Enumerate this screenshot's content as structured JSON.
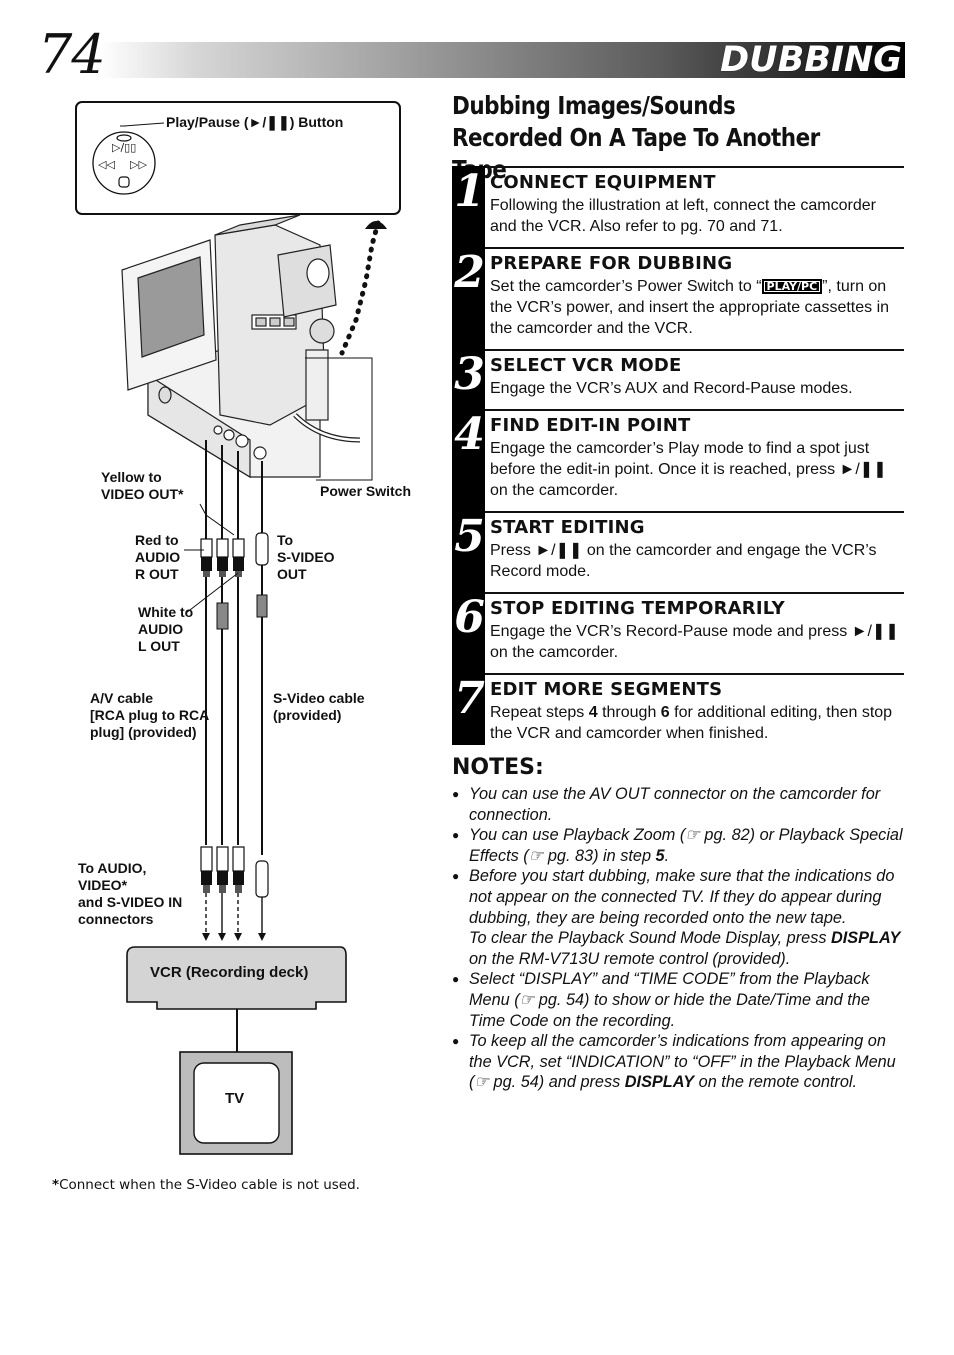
{
  "header": {
    "page_number": "74",
    "section_title": "DUBBING"
  },
  "heading": "Dubbing Images/Sounds Recorded On A Tape To Another Tape",
  "steps": [
    {
      "num": "1",
      "title": "CONNECT EQUIPMENT",
      "text": "Following the illustration at left, connect the camcorder and the VCR. Also refer to pg. 70 and 71."
    },
    {
      "num": "2",
      "title": "PREPARE FOR DUBBING",
      "text_before": "Set the camcorder’s Power Switch to “",
      "badge": "PLAY/PC",
      "text_after": "”, turn on the VCR’s power, and insert the appropriate cassettes in the camcorder and the VCR."
    },
    {
      "num": "3",
      "title": "SELECT VCR MODE",
      "text": "Engage the VCR’s AUX and Record-Pause modes."
    },
    {
      "num": "4",
      "title": "FIND EDIT-IN POINT",
      "text": "Engage the camcorder’s Play mode to find a spot just before the edit-in point. Once it is reached, press ►/❚❚ on the camcorder."
    },
    {
      "num": "5",
      "title": "START EDITING",
      "text": "Press ►/❚❚ on the camcorder and engage the VCR’s Record mode."
    },
    {
      "num": "6",
      "title": "STOP EDITING TEMPORARILY",
      "text": "Engage the VCR’s Record-Pause mode and press ►/❚❚ on the camcorder."
    },
    {
      "num": "7",
      "title": "EDIT MORE SEGMENTS",
      "text_a": "Repeat steps ",
      "bold1": "4",
      "text_b": " through ",
      "bold2": "6",
      "text_c": " for additional editing, then stop the VCR and camcorder when finished."
    }
  ],
  "notes": {
    "title": "NOTES:",
    "items": [
      {
        "text": "You can use the AV OUT connector on the camcorder for connection."
      },
      {
        "text_a": "You can use Playback Zoom (☞ pg. 82) or Playback Special Effects (☞ pg. 83) in step ",
        "bold": "5",
        "text_b": "."
      },
      {
        "text": "Before you start dubbing, make sure that the indications do not appear on the connected TV. If they do appear during dubbing, they are being recorded onto the new tape.",
        "extra_a": "To clear the Playback Sound Mode Display, press ",
        "extra_bold": "DISPLAY",
        "extra_b": " on the RM-V713U remote control (provided)."
      },
      {
        "text": "Select “DISPLAY” and “TIME CODE” from the Playback Menu (☞ pg. 54) to show or hide the Date/Time and the Time Code on the recording."
      },
      {
        "text_a": "To keep all the camcorder’s indications from appearing on the VCR, set “INDICATION” to “OFF” in the Playback Menu (☞ pg. 54) and press ",
        "bold": "DISPLAY",
        "text_b": " on the remote control."
      }
    ]
  },
  "diagram": {
    "play_pause_label": "Play/Pause (►/❚❚) Button",
    "yellow_label": "Yellow to\nVIDEO OUT*",
    "power_switch_label": "Power Switch",
    "red_label": "Red to\nAUDIO\nR OUT",
    "svideo_out_label": "To\nS-VIDEO\nOUT",
    "white_label": "White to\nAUDIO\nL OUT",
    "av_cable_label": "A/V cable\n[RCA plug to RCA\nplug] (provided)",
    "svideo_cable_label": "S-Video cable\n(provided)",
    "to_audio_label": "To AUDIO,\nVIDEO*\nand S-VIDEO IN\nconnectors",
    "vcr_label": "VCR (Recording deck)",
    "tv_label": "TV"
  },
  "footnote": {
    "star": "*",
    "text": "Connect when the S-Video cable is not used."
  }
}
